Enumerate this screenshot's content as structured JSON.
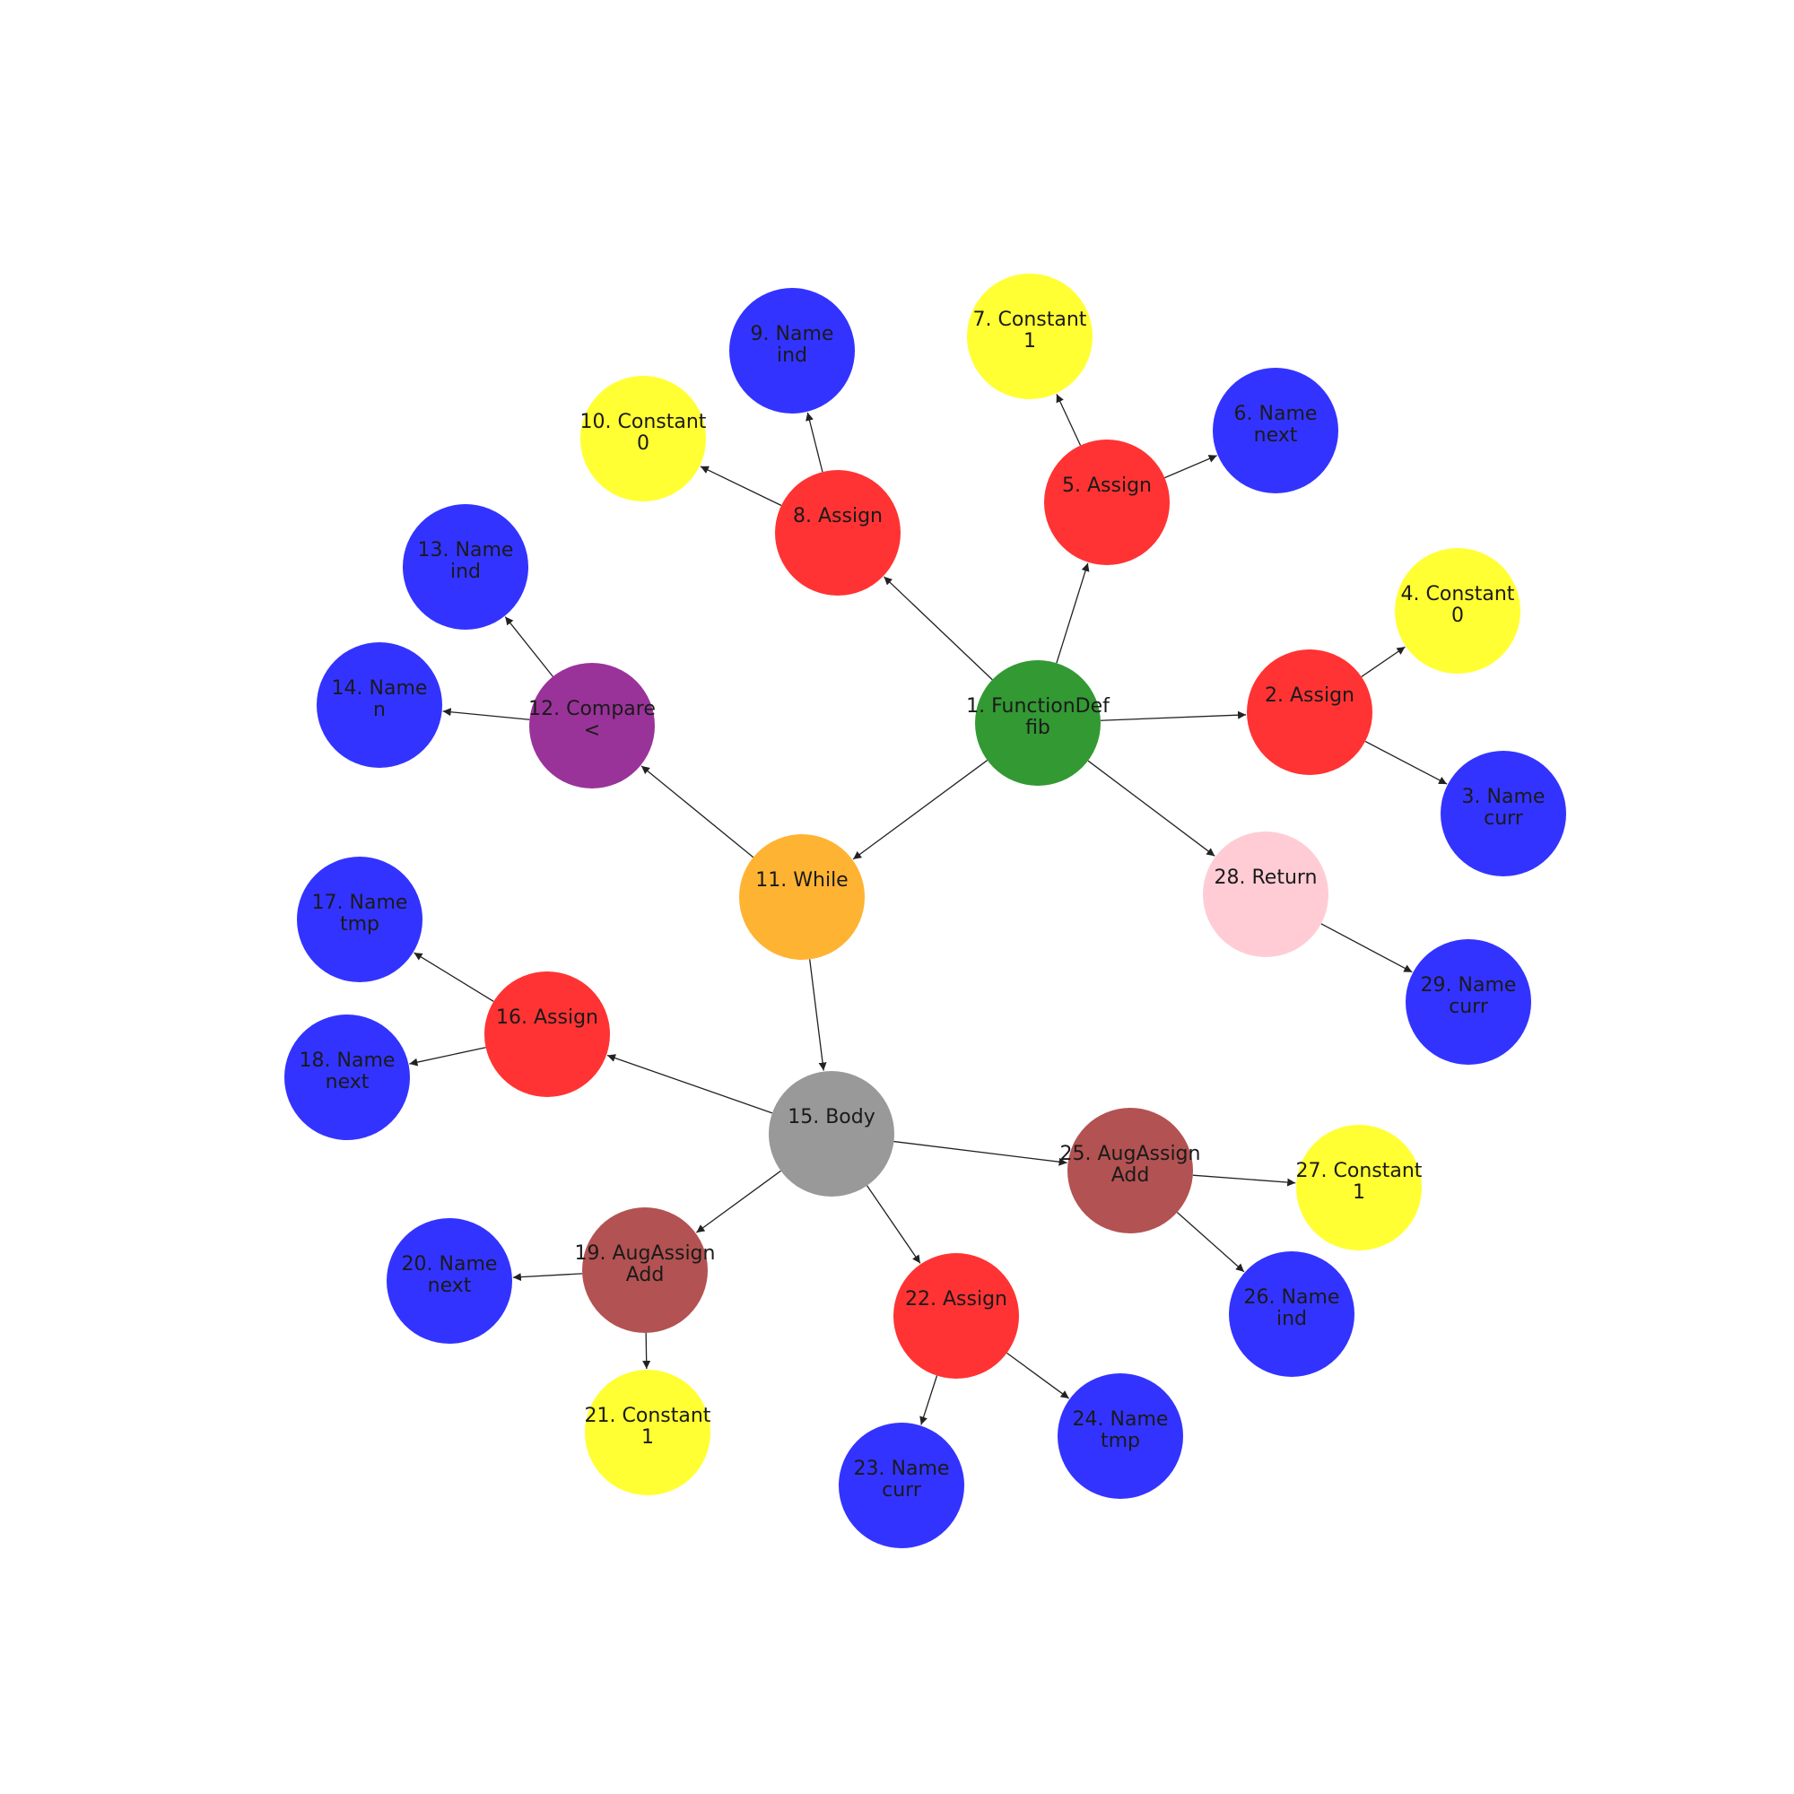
{
  "colors": {
    "background": "#ffffff",
    "edge": "#222222",
    "label": "#1a1a1a",
    "FunctionDef": "#339933",
    "Assign": "#ff3333",
    "Name": "#3333ff",
    "Constant": "#ffff33",
    "While": "#ffb333",
    "Compare": "#993399",
    "Body": "#999999",
    "AugAssign": "#b35252",
    "Return": "#ffccd5"
  },
  "nodes": [
    {
      "id": 1,
      "kind": "FunctionDef",
      "lines": [
        "1. FunctionDef",
        "fib"
      ]
    },
    {
      "id": 2,
      "kind": "Assign",
      "lines": [
        "2. Assign"
      ]
    },
    {
      "id": 3,
      "kind": "Name",
      "lines": [
        "3. Name",
        "curr"
      ]
    },
    {
      "id": 4,
      "kind": "Constant",
      "lines": [
        "4. Constant",
        "0"
      ]
    },
    {
      "id": 5,
      "kind": "Assign",
      "lines": [
        "5. Assign"
      ]
    },
    {
      "id": 6,
      "kind": "Name",
      "lines": [
        "6. Name",
        "next"
      ]
    },
    {
      "id": 7,
      "kind": "Constant",
      "lines": [
        "7. Constant",
        "1"
      ]
    },
    {
      "id": 8,
      "kind": "Assign",
      "lines": [
        "8. Assign"
      ]
    },
    {
      "id": 9,
      "kind": "Name",
      "lines": [
        "9. Name",
        "ind"
      ]
    },
    {
      "id": 10,
      "kind": "Constant",
      "lines": [
        "10. Constant",
        "0"
      ]
    },
    {
      "id": 11,
      "kind": "While",
      "lines": [
        "11. While"
      ]
    },
    {
      "id": 12,
      "kind": "Compare",
      "lines": [
        "12. Compare",
        "<"
      ]
    },
    {
      "id": 13,
      "kind": "Name",
      "lines": [
        "13. Name",
        "ind"
      ]
    },
    {
      "id": 14,
      "kind": "Name",
      "lines": [
        "14. Name",
        "n"
      ]
    },
    {
      "id": 15,
      "kind": "Body",
      "lines": [
        "15. Body"
      ]
    },
    {
      "id": 16,
      "kind": "Assign",
      "lines": [
        "16. Assign"
      ]
    },
    {
      "id": 17,
      "kind": "Name",
      "lines": [
        "17. Name",
        "tmp"
      ]
    },
    {
      "id": 18,
      "kind": "Name",
      "lines": [
        "18. Name",
        "next"
      ]
    },
    {
      "id": 19,
      "kind": "AugAssign",
      "lines": [
        "19. AugAssign",
        "Add"
      ]
    },
    {
      "id": 20,
      "kind": "Name",
      "lines": [
        "20. Name",
        "next"
      ]
    },
    {
      "id": 21,
      "kind": "Constant",
      "lines": [
        "21. Constant",
        "1"
      ]
    },
    {
      "id": 22,
      "kind": "Assign",
      "lines": [
        "22. Assign"
      ]
    },
    {
      "id": 23,
      "kind": "Name",
      "lines": [
        "23. Name",
        "curr"
      ]
    },
    {
      "id": 24,
      "kind": "Name",
      "lines": [
        "24. Name",
        "tmp"
      ]
    },
    {
      "id": 25,
      "kind": "AugAssign",
      "lines": [
        "25. AugAssign",
        "Add"
      ]
    },
    {
      "id": 26,
      "kind": "Name",
      "lines": [
        "26. Name",
        "ind"
      ]
    },
    {
      "id": 27,
      "kind": "Constant",
      "lines": [
        "27. Constant",
        "1"
      ]
    },
    {
      "id": 28,
      "kind": "Return",
      "lines": [
        "28. Return"
      ]
    },
    {
      "id": 29,
      "kind": "Name",
      "lines": [
        "29. Name",
        "curr"
      ]
    }
  ],
  "edges": [
    [
      1,
      2
    ],
    [
      2,
      4
    ],
    [
      2,
      3
    ],
    [
      1,
      5
    ],
    [
      5,
      7
    ],
    [
      5,
      6
    ],
    [
      1,
      8
    ],
    [
      8,
      9
    ],
    [
      8,
      10
    ],
    [
      1,
      11
    ],
    [
      11,
      12
    ],
    [
      12,
      13
    ],
    [
      12,
      14
    ],
    [
      11,
      15
    ],
    [
      15,
      16
    ],
    [
      16,
      17
    ],
    [
      16,
      18
    ],
    [
      15,
      19
    ],
    [
      19,
      20
    ],
    [
      19,
      21
    ],
    [
      15,
      22
    ],
    [
      22,
      23
    ],
    [
      22,
      24
    ],
    [
      15,
      25
    ],
    [
      25,
      27
    ],
    [
      25,
      26
    ],
    [
      1,
      28
    ],
    [
      28,
      29
    ]
  ]
}
